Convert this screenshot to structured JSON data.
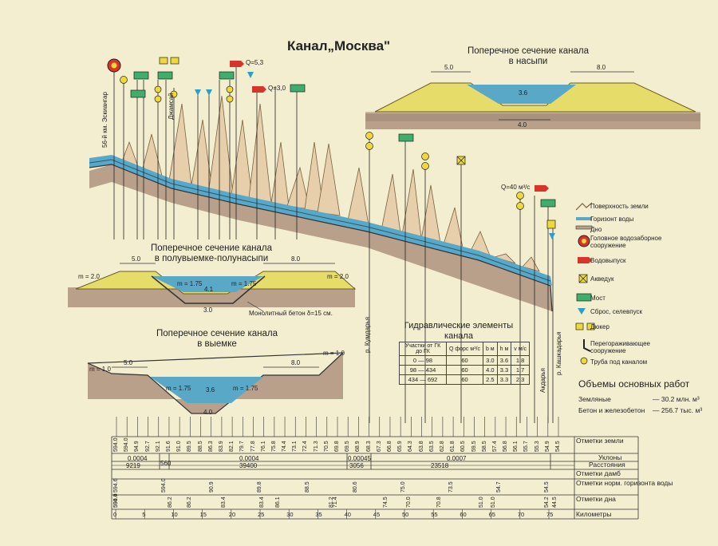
{
  "title": "Канал„Москва\"",
  "sections": {
    "embankment": {
      "title_l1": "Поперечное сечение канала",
      "title_l2": "в насыпи",
      "dim_top_left": "5.0",
      "dim_top_right": "8.0",
      "dim_bottom": "4.0",
      "depth": "3.6"
    },
    "half": {
      "title_l1": "Поперечное сечение канала",
      "title_l2": "в полувыемке-полунасыпи",
      "dim_left": "5.0",
      "dim_right": "8.0",
      "m_left": "m = 2.0",
      "m_right": "m = 2.0",
      "slope_left": "m = 1.75",
      "slope_right": "m = 1.75",
      "depth": "4.1",
      "bottom": "3.0",
      "note": "Монолитный бетон δ=15 см."
    },
    "cut": {
      "title_l1": "Поперечное сечение канала",
      "title_l2": "в выемке",
      "dim_left": "5.0",
      "dim_right": "8.0",
      "m_left": "m = 1.0",
      "m_right": "m = 1.0",
      "slope_left": "m = 1.75",
      "slope_right": "m = 1.75",
      "depth": "3.6",
      "bottom": "4.0"
    }
  },
  "profile_labels": {
    "start": "56-й км. Эскиангар",
    "djamsai": "Джамсай",
    "kumdarya": "р. Кумдарья",
    "akdarya": "Акдарья",
    "kashkadarya": "р. Кашкадарья",
    "q1": "Q=5,3",
    "q2": "Q=3,0",
    "q3": "Q=40 м³/с"
  },
  "legend": [
    {
      "icon": "ground-surface-icon",
      "label": "Поверхность земли"
    },
    {
      "icon": "water-level-icon",
      "label": "Горизонт воды"
    },
    {
      "icon": "bottom-icon",
      "label": "Дно"
    },
    {
      "icon": "intake-icon",
      "label": "Головное водозаборное сооружение"
    },
    {
      "icon": "outlet-icon",
      "label": "Водовыпуск"
    },
    {
      "icon": "aqueduct-icon",
      "label": "Акведук"
    },
    {
      "icon": "bridge-icon",
      "label": "Мост"
    },
    {
      "icon": "spillway-icon",
      "label": "Сброс, селевпуск"
    },
    {
      "icon": "culvert-icon",
      "label": "Дюкер"
    },
    {
      "icon": "regulator-icon",
      "label": "Перегораживающее сооружение"
    },
    {
      "icon": "pipe-icon",
      "label": "Труба под каналом"
    }
  ],
  "hydraulics": {
    "title_l1": "Гидравлические элементы",
    "title_l2": "канала",
    "headers": [
      "Участки от ГК до ГК",
      "Q форс м³/с",
      "b м",
      "h м",
      "v м/с"
    ],
    "rows": [
      [
        "0 — 98",
        "60",
        "3.0",
        "3.6",
        "1.8"
      ],
      [
        "98 — 434",
        "60",
        "4.0",
        "3.3",
        "1.7"
      ],
      [
        "434 — 692",
        "60",
        "2.5",
        "3.3",
        "2.3"
      ]
    ]
  },
  "works": {
    "title": "Объемы основных работ",
    "earth_label": "Земляные",
    "earth_value": "— 30.2 млн. м³",
    "concrete_label": "Бетон и железобетон",
    "concrete_value": "— 256.7 тыс. м³"
  },
  "table_rows": {
    "ground": "Отметки земли",
    "slopes": "Уклоны",
    "distance": "Расстояния",
    "dams": "Отметки дамб",
    "water": "Отметки норм. горизонта воды",
    "bottom": "Отметки дна",
    "km": "Километры"
  },
  "ground_marks": [
    "594.0",
    "594.0",
    "94.9",
    "92.7",
    "92.1",
    "91.6",
    "91.0",
    "89.5",
    "88.5",
    "86.3",
    "83.9",
    "82.1",
    "79.7",
    "77.8",
    "76.1",
    "75.8",
    "74.4",
    "73.1",
    "72.4",
    "71.3",
    "70.5",
    "69.8",
    "69.5",
    "68.9",
    "68.3",
    "67.3",
    "66.8",
    "65.9",
    "64.3",
    "63.8",
    "63.5",
    "62.8",
    "61.8",
    "60.5",
    "59.5",
    "58.5",
    "57.4",
    "56.8",
    "56.1",
    "55.7",
    "55.3",
    "54.9",
    "54.5"
  ],
  "slopes": [
    "0.0004",
    "0.0004",
    "0.00045",
    "0.0007"
  ],
  "distances": [
    "9219",
    "560",
    "39400",
    "3056",
    "23518"
  ],
  "dam_marks": [
    "594.6",
    "594.0",
    "90.9",
    "89.8",
    "88.5",
    "80.6",
    "75.0",
    "73.5",
    "54.7",
    "54.5"
  ],
  "water_marks": [
    "594.0",
    "86.2",
    "83.4",
    "86.1",
    "81.2",
    "74.5",
    "70.8",
    "51.0",
    "54.2"
  ],
  "bottom_marks": [
    "590.4",
    "86.2",
    "83.4",
    "71.4",
    "70.0",
    "51.0",
    "44.5"
  ],
  "km_ticks": [
    "0",
    "5",
    "10",
    "15",
    "20",
    "25",
    "30",
    "35",
    "40",
    "45",
    "50",
    "55",
    "60",
    "65",
    "70",
    "75"
  ],
  "colors": {
    "water": "#5aa8c8",
    "fill": "#e6dc6a",
    "ground": "#b9a08a",
    "peak": "#e6cfaa",
    "red": "#d8352a",
    "green": "#3fae6a",
    "yellow": "#eed83a"
  }
}
